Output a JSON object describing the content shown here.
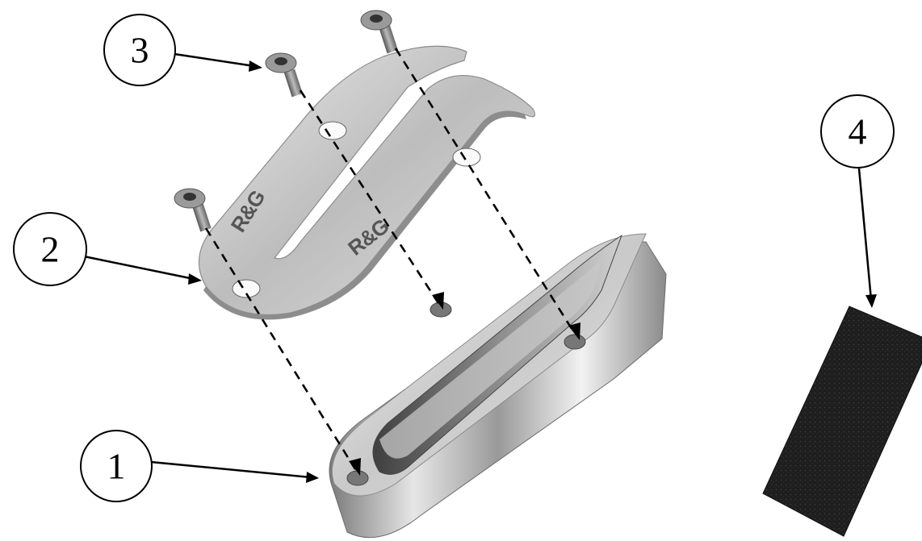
{
  "callouts": [
    {
      "id": "1",
      "label": "1"
    },
    {
      "id": "2",
      "label": "2"
    },
    {
      "id": "3",
      "label": "3"
    },
    {
      "id": "4",
      "label": "4"
    }
  ],
  "logo": "R&G",
  "colors": {
    "metal_light": "#d9d9d9",
    "metal_mid": "#a8a8a8",
    "metal_dark": "#5a5a5a",
    "foam": "#1f1f1f",
    "line": "#000000"
  }
}
